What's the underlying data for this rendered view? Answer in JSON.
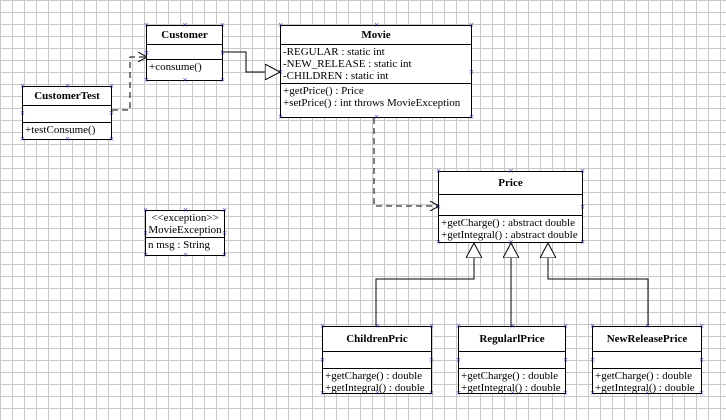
{
  "diagram": {
    "classes": [
      {
        "id": "customer",
        "name": "Customer",
        "stereotype": "",
        "attributes": [],
        "operations": [
          "+consume()"
        ]
      },
      {
        "id": "customertest",
        "name": "CustomerTest",
        "stereotype": "",
        "attributes": [],
        "operations": [
          "+testConsume()"
        ]
      },
      {
        "id": "movie",
        "name": "Movie",
        "stereotype": "",
        "attributes": [
          "-REGULAR : static int",
          "-NEW_RELEASE : static int",
          "-CHILDREN : static int"
        ],
        "operations": [
          "+getPrice() : Price",
          "+setPrice() : int throws MovieException"
        ]
      },
      {
        "id": "movieexception",
        "name": "MovieException",
        "stereotype": "<<exception>>",
        "attributes": [
          "n msg : String"
        ],
        "operations": []
      },
      {
        "id": "price",
        "name": "Price",
        "stereotype": "",
        "attributes": [],
        "operations": [
          "+getCharge() : abstract double",
          "+getIntegral() : abstract double"
        ]
      },
      {
        "id": "childrenpric",
        "name": "ChildrenPric",
        "stereotype": "",
        "attributes": [],
        "operations": [
          "+getCharge() : double",
          "+getIntegral() : double"
        ]
      },
      {
        "id": "regularprice",
        "name": "RegularlPrice",
        "stereotype": "",
        "attributes": [],
        "operations": [
          "+getCharge() : double",
          "+getIntegral() : double"
        ]
      },
      {
        "id": "newreleaseprice",
        "name": "NewReleasePrice",
        "stereotype": "",
        "attributes": [],
        "operations": [
          "+getCharge() : double",
          "+getIntegral() : double"
        ]
      }
    ],
    "relations": [
      {
        "type": "dependency",
        "from": "customertest",
        "to": "customer"
      },
      {
        "type": "association",
        "from": "customer",
        "to": "movie"
      },
      {
        "type": "dependency",
        "from": "movie",
        "to": "price"
      },
      {
        "type": "generalization",
        "from": "childrenpric",
        "to": "price"
      },
      {
        "type": "generalization",
        "from": "regularprice",
        "to": "price"
      },
      {
        "type": "generalization",
        "from": "newreleaseprice",
        "to": "price"
      }
    ],
    "colors": {
      "grid": "#c8c8c8",
      "line": "#000000",
      "selection_marker": "#2020a0"
    }
  }
}
